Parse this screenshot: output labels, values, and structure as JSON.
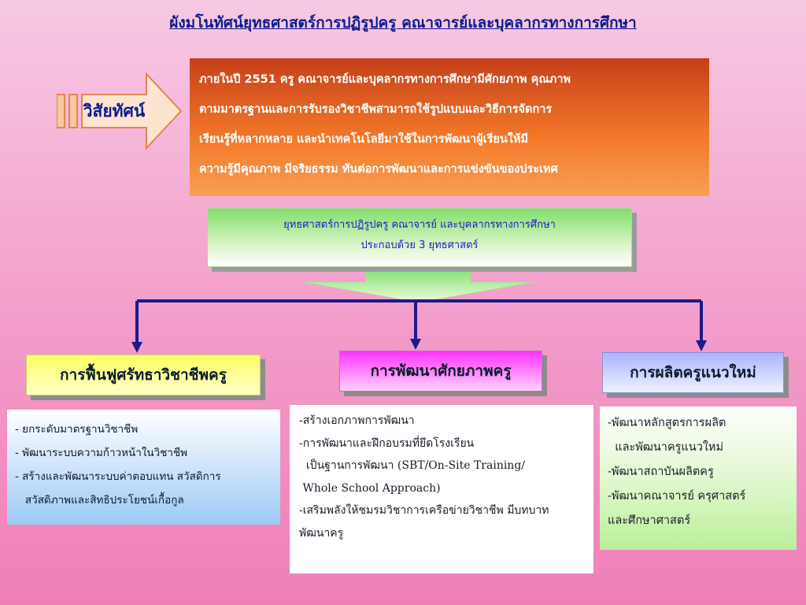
{
  "title": "ผังมโนทัศน์ยุทธศาสตร์การปฏิรูปครู คณาจารย์และบุคลากรทางการศึกษา",
  "vision": {
    "label": "วิสัยทัศน์",
    "lines": [
      "ภายในปี 2551 ครู คณาจารย์และบุคลากรทางการศึกษามีศักยภาพ คุณภาพ",
      "ตามมาตรฐานและการรับรองวิชาชีพสามารถใช้รูปแบบและวิธีการจัดการ",
      "เรียนรู้ที่หลากหลาย และนำเทคโนโลยีมาใช้ในการพัฒนาผู้เรียนให้มี",
      "ความรู้มีคุณภาพ มีจริยธรรม ทันต่อการพัฒนาและการแข่งขันของประเทศ"
    ]
  },
  "strategy": {
    "line1": "ยุทธศาสตร์การปฏิรูปครู คณาจารย์ และบุคลากรทางการศึกษา",
    "line2": "ประกอบด้วย 3   ยุทธศาสตร์"
  },
  "columns": [
    {
      "header": "การฟื้นฟูศรัทธาวิชาชีพครู",
      "items": [
        "-  ยกระดับมาตรฐานวิชาชีพ",
        "-  พัฒนาระบบความก้าวหน้าในวิชาชีพ",
        "-  สร้างและพัฒนาระบบค่าตอบแทน สวัสดิการ",
        "   สวัสดิภาพและสิทธิประโยชน์เกื้อกูล"
      ]
    },
    {
      "header": "การพัฒนาศักยภาพครู",
      "items": [
        "-สร้างเอกภาพการพัฒนา",
        "-การพัฒนาและฝึกอบรมที่ยึดโรงเรียน",
        "  เป็นฐานการพัฒนา (SBT/On-Site Training/",
        " Whole School Approach)",
        "-เสริมพลังให้ชมรมวิชาการเครือข่ายวิชาชีพ มีบทบาท",
        "พัฒนาครู"
      ]
    },
    {
      "header": "การผลิตครูแนวใหม่",
      "items": [
        "-พัฒนาหลักสูตรการผลิต",
        "  และพัฒนาครูแนวใหม่",
        "-พัฒนาสถาบันผลิตครู",
        "-พัฒนาคณาจารย์ ครุศาสตร์",
        "และศึกษาศาสตร์"
      ]
    }
  ],
  "colors": {
    "title": "#0b1a8c",
    "connector": "#1a1a8c",
    "vision_box": "#f47a2a",
    "strategy_box": "#7fdf6a",
    "header_left": "#ffff66",
    "header_mid": "#ff33ff",
    "header_right": "#aab4ff"
  }
}
